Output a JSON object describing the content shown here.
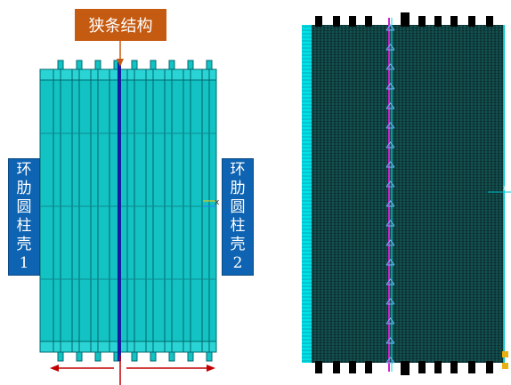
{
  "labels": {
    "narrow_structure": "狭条结构",
    "shell_1_chars": [
      "环",
      "肋",
      "圆",
      "柱",
      "壳",
      "1"
    ],
    "shell_2_chars": [
      "环",
      "肋",
      "圆",
      "柱",
      "壳",
      "2"
    ],
    "axis_x": "x"
  },
  "colors": {
    "shell_fill": "#00c8c8",
    "shell_dark": "#007f86",
    "mesh_line": "#0a3a3a",
    "label_orange": "#c55a11",
    "label_blue": "#0e63b2",
    "arrow_red": "#c00000",
    "seam_blue": "#1a1aa0",
    "constraint_cyan": "#00e0e8",
    "constraint_magenta": "#d020d0"
  }
}
